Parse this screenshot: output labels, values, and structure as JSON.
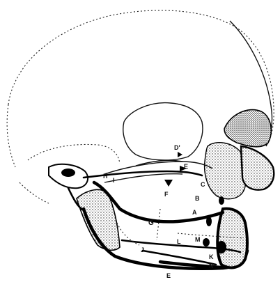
{
  "labels": {
    "D": "D'",
    "E_upper": "E",
    "F": "F",
    "G": "G",
    "L": "L",
    "M": "M",
    "N": "N",
    "J": "J",
    "E_lower": "E",
    "C": "C",
    "B": "B",
    "A": "A",
    "K": "K",
    "H": "H",
    "I": "I"
  },
  "colors": {
    "ink": "#000000",
    "paper": "#ffffff"
  }
}
